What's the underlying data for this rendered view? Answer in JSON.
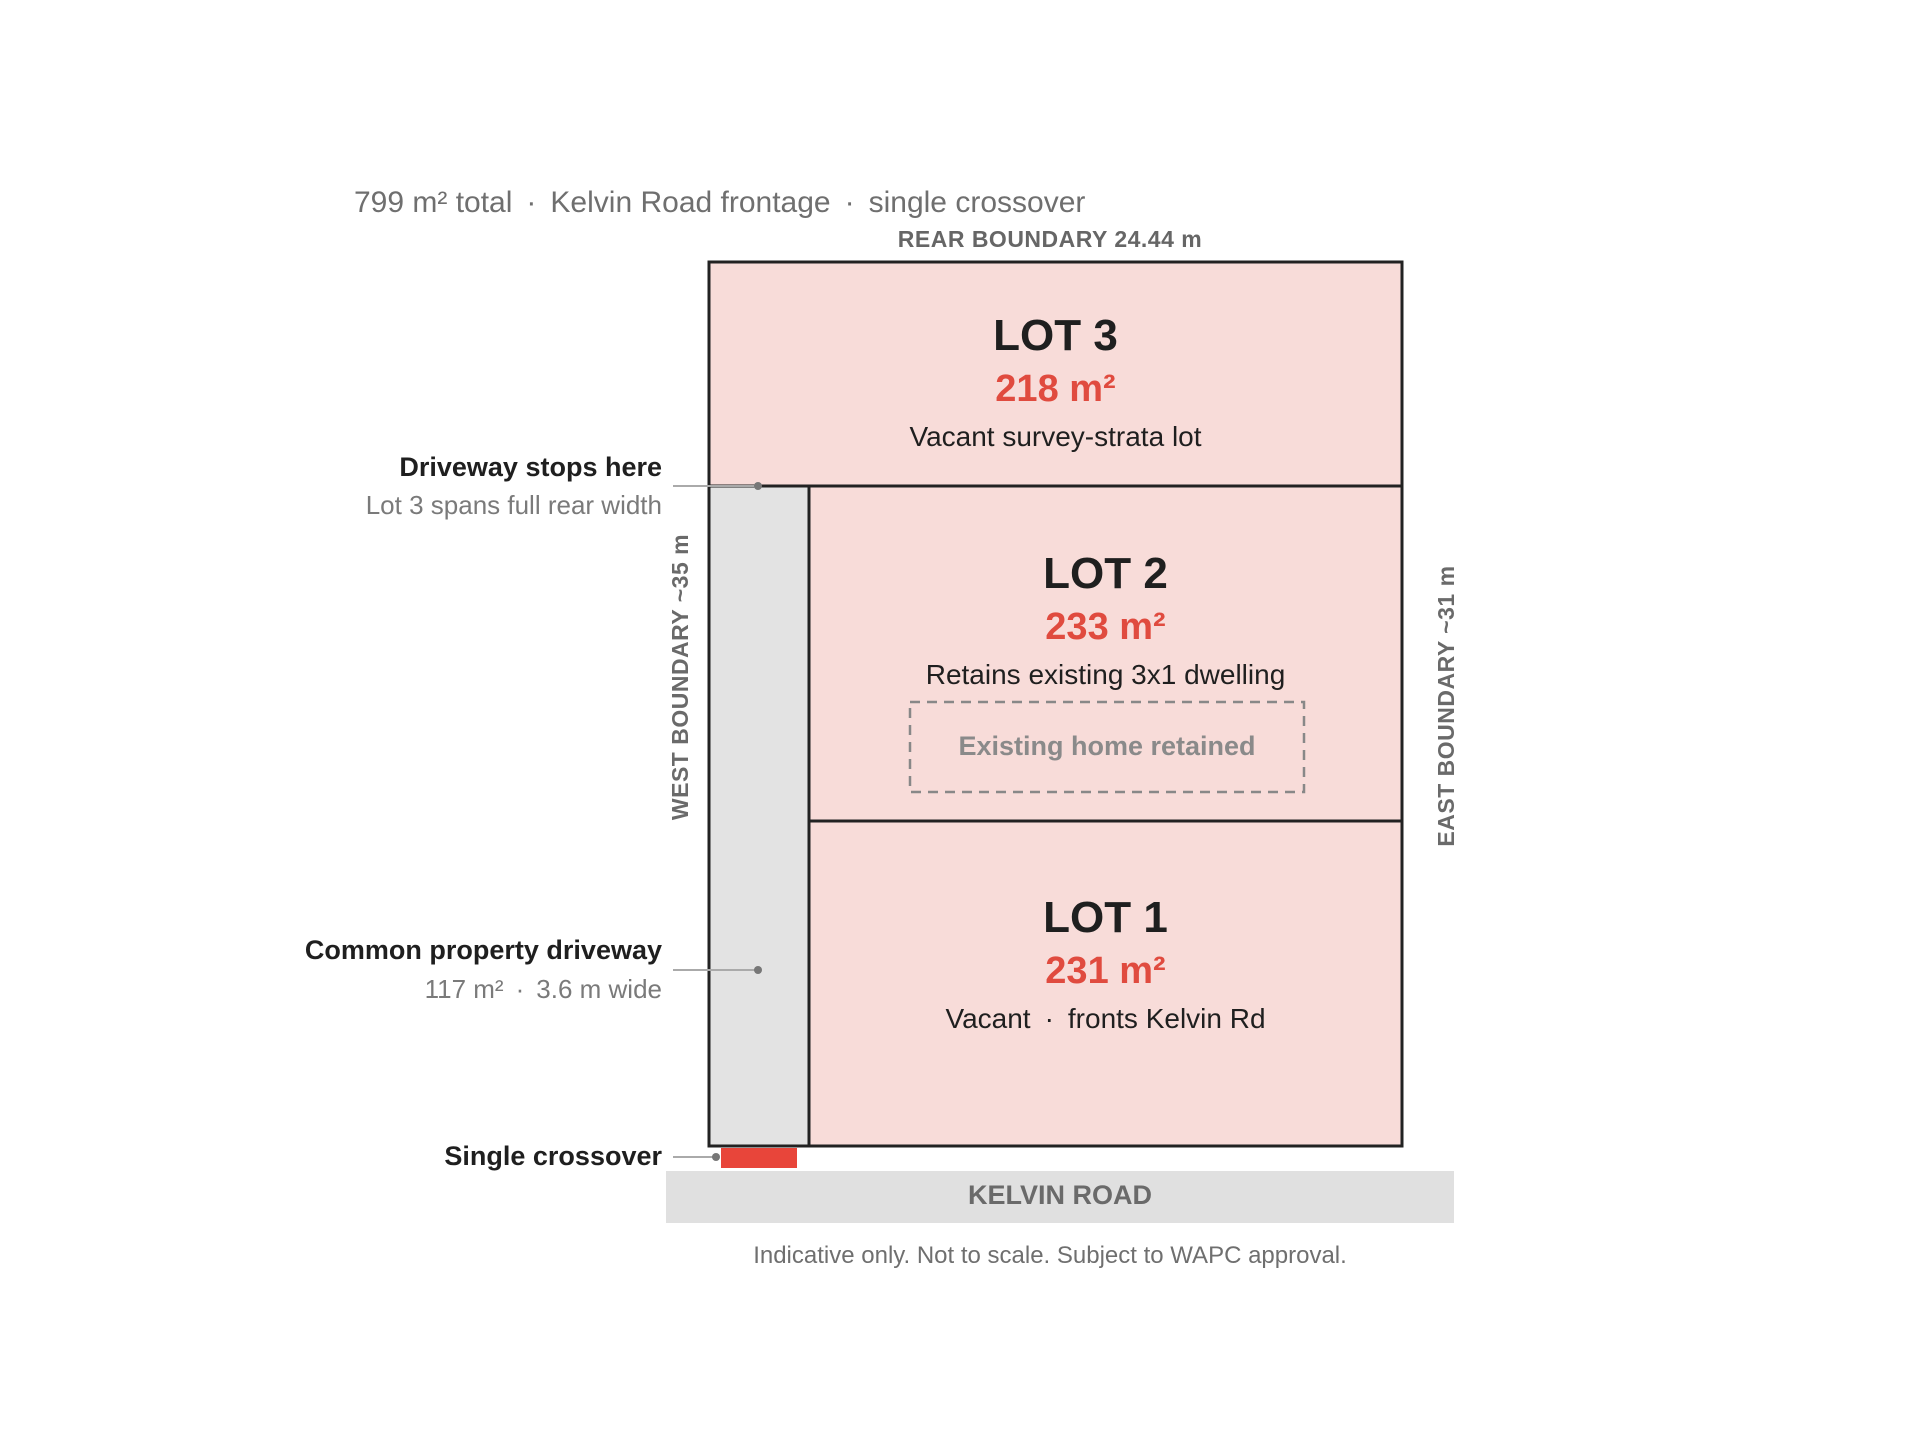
{
  "header": {
    "total": "799 m² total",
    "frontage": "Kelvin Road frontage",
    "crossover": "single crossover",
    "separator": "·"
  },
  "boundaries": {
    "rear": "REAR BOUNDARY 24.44 m",
    "west": "WEST BOUNDARY ~35 m",
    "east": "EAST BOUNDARY ~31 m"
  },
  "lots": [
    {
      "title": "LOT 1",
      "area": "231 m²",
      "desc_a": "Vacant",
      "desc_b": "fronts Kelvin Rd"
    },
    {
      "title": "LOT 2",
      "area": "233 m²",
      "desc": "Retains existing 3x1 dwelling",
      "existing_label": "Existing home retained"
    },
    {
      "title": "LOT 3",
      "area": "218 m²",
      "desc": "Vacant survey-strata lot"
    }
  ],
  "annotations": {
    "driveway_stop_title": "Driveway stops here",
    "driveway_stop_sub": "Lot 3 spans full rear width",
    "driveway_title": "Common property driveway",
    "driveway_area": "117 m²",
    "driveway_width": "3.6 m wide",
    "crossover_title": "Single crossover"
  },
  "road": {
    "name": "KELVIN ROAD"
  },
  "disclaimer": "Indicative only. Not to scale. Subject to WAPC approval.",
  "colors": {
    "lot_fill": "#f8dcd9",
    "driveway_fill": "#e3e3e3",
    "road_fill": "#e0e0e0",
    "accent": "#e04b3f",
    "outline": "#222222"
  }
}
